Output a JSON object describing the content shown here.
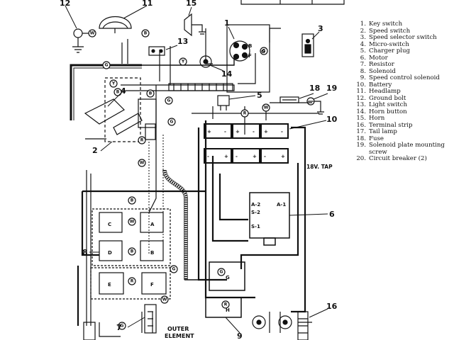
{
  "legend": [
    {
      "num": "1.",
      "text": "Key switch"
    },
    {
      "num": "2.",
      "text": "Speed switch"
    },
    {
      "num": "3.",
      "text": "Speed selector switch"
    },
    {
      "num": "4.",
      "text": "Micro-switch"
    },
    {
      "num": "5.",
      "text": "Charger plug"
    },
    {
      "num": "6.",
      "text": "Motor"
    },
    {
      "num": "7.",
      "text": "Resistor"
    },
    {
      "num": "8.",
      "text": "Solenoid"
    },
    {
      "num": "9.",
      "text": "Speed control solenoid"
    },
    {
      "num": "10.",
      "text": "Battery"
    },
    {
      "num": "11.",
      "text": "Headlamp"
    },
    {
      "num": "12.",
      "text": "Ground bolt"
    },
    {
      "num": "13.",
      "text": "Light switch"
    },
    {
      "num": "14.",
      "text": "Horn button"
    },
    {
      "num": "15.",
      "text": "Horn"
    },
    {
      "num": "16.",
      "text": "Terminal strip"
    },
    {
      "num": "17.",
      "text": "Tail lamp"
    },
    {
      "num": "18.",
      "text": "Fuse"
    },
    {
      "num": "19.",
      "text": "Solenoid plate mounting screw"
    },
    {
      "num": "20.",
      "text": "Circuit breaker (2)"
    }
  ],
  "callouts": {
    "c1": "1",
    "c2": "2",
    "c3": "3",
    "c4": "4",
    "c5": "5",
    "c6": "6",
    "c7": "7",
    "c8": "8",
    "c9": "9",
    "c10": "10",
    "c11": "11",
    "c12": "12",
    "c13": "13",
    "c14": "14",
    "c15": "15",
    "c16": "16",
    "c18": "18",
    "c19": "19"
  },
  "wire_colors": {
    "w": "W",
    "b": "B",
    "g": "G",
    "y": "Y",
    "r": "R"
  },
  "labels": {
    "tap": "18V. TAP",
    "outer_element_1": "OUTER",
    "outer_element_2": "ELEMENT",
    "motor_a2": "A-2",
    "motor_a1": "A-1",
    "motor_s2": "S-2",
    "motor_s1": "S-1",
    "sol_a": "A",
    "sol_b": "B",
    "sol_c": "C",
    "sol_d": "D",
    "sol_e": "E",
    "sol_f": "F",
    "sol_g": "G",
    "sol_h": "H",
    "ks_b": "B",
    "ks_f": "F",
    "ks_g": "G",
    "plus": "+",
    "minus": "-"
  }
}
